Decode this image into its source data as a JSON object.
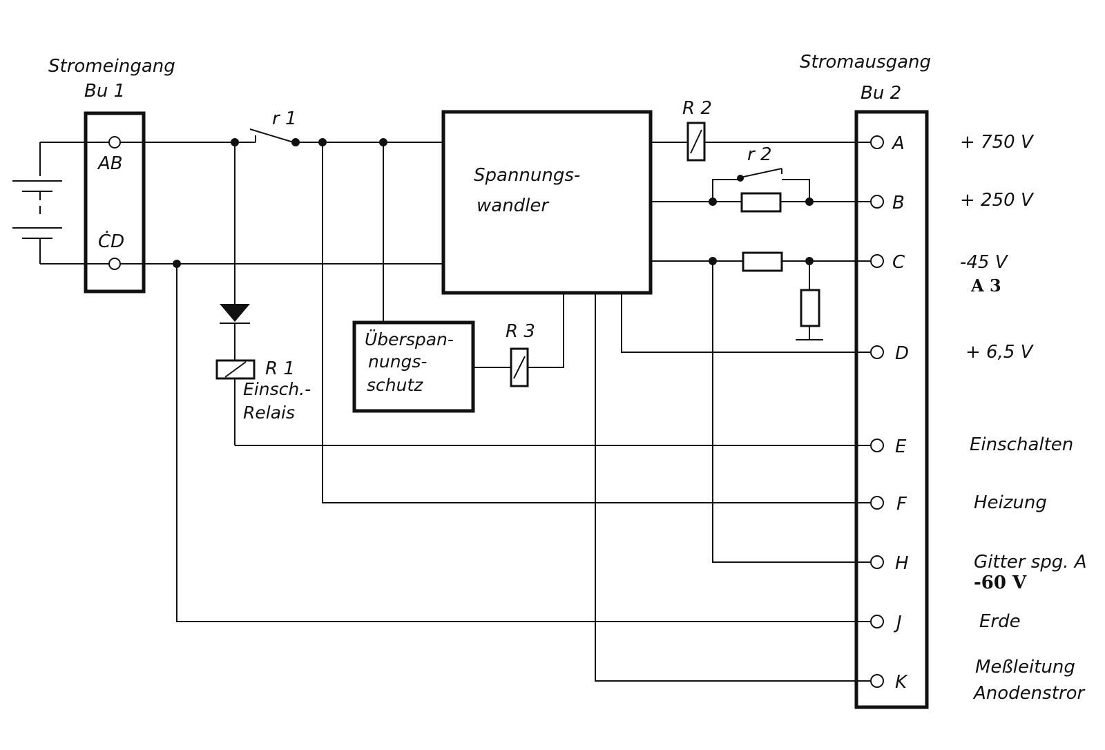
{
  "input": {
    "title": "Stromeingang",
    "connector": "Bu 1",
    "pin_ab": "AB",
    "pin_cd": "ĊD"
  },
  "output": {
    "title": "Stromausgang",
    "connector": "Bu 2"
  },
  "components": {
    "r1": "r 1",
    "r2_switch": "r 2",
    "relay_r2": "R 2",
    "relay_r3": "R 3",
    "relay_r1": "R 1",
    "relay_r1_desc1": "Einsch.-",
    "relay_r1_desc2": "Relais",
    "converter_line1": "Spannungs-",
    "converter_line2": "wandler",
    "protect_line1": "Überspan-",
    "protect_line2": "nungs-",
    "protect_line3": "schutz"
  },
  "pins": [
    {
      "letter": "A",
      "desc": "+ 750  V",
      "extra": ""
    },
    {
      "letter": "B",
      "desc": "+ 250  V",
      "extra": ""
    },
    {
      "letter": "C",
      "desc": "-45   V",
      "extra": "A 3"
    },
    {
      "letter": "D",
      "desc": "+ 6,5 V",
      "extra": ""
    },
    {
      "letter": "E",
      "desc": "Einschalten",
      "extra": ""
    },
    {
      "letter": "F",
      "desc": "Heizung",
      "extra": ""
    },
    {
      "letter": "H",
      "desc": "Gitter spg.  A",
      "extra": "-60  V"
    },
    {
      "letter": "J",
      "desc": "Erde",
      "extra": ""
    },
    {
      "letter": "K",
      "desc": "Meßleitung",
      "extra": "Anodenstror"
    }
  ]
}
